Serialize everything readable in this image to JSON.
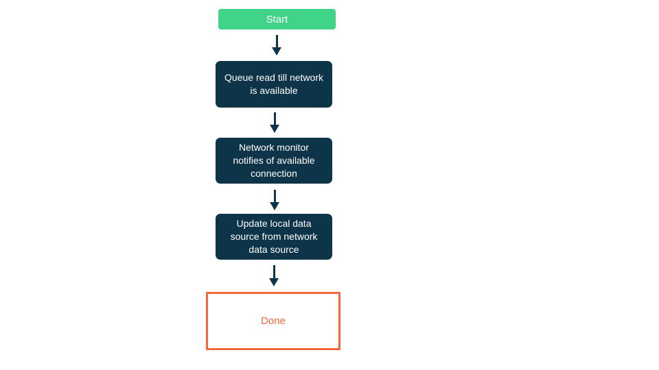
{
  "flowchart": {
    "nodes": [
      {
        "id": "start",
        "type": "start",
        "label": "Start"
      },
      {
        "id": "step1",
        "type": "process",
        "label": "Queue read till network is available"
      },
      {
        "id": "step2",
        "type": "process",
        "label": "Network monitor notifies of available connection"
      },
      {
        "id": "step3",
        "type": "process",
        "label": "Update local data source from network data source"
      },
      {
        "id": "done",
        "type": "end",
        "label": "Done"
      }
    ],
    "edges": [
      {
        "from": "start",
        "to": "step1"
      },
      {
        "from": "step1",
        "to": "step2"
      },
      {
        "from": "step2",
        "to": "step3"
      },
      {
        "from": "step3",
        "to": "done"
      }
    ],
    "colors": {
      "start_bg": "#40d488",
      "step_bg": "#0d3448",
      "end_accent": "#f2683c",
      "arrow_color": "#0d3448",
      "text_light": "#ffffff",
      "canvas_bg": "#ffffff"
    }
  }
}
